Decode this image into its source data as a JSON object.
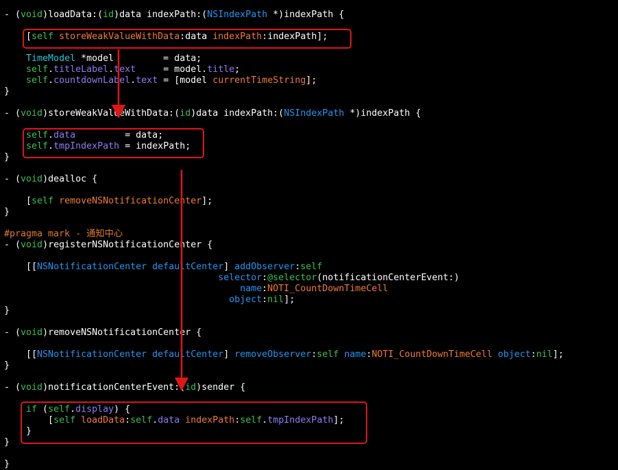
{
  "colors": {
    "background": "#000000",
    "plain": "#ffffff",
    "keyword": "#38c255",
    "type": "#2196f3",
    "class": "#26c6da",
    "method": "#f27a35",
    "property": "#8e7cf4",
    "pragma": "#e07a28",
    "highlight": "#e01616"
  },
  "lines": [
    {
      "segs": [
        [
          "- (",
          "w"
        ],
        [
          "void",
          "g"
        ],
        [
          ")loadData:(",
          "w"
        ],
        [
          "id",
          "g"
        ],
        [
          ")data indexPath:(",
          "w"
        ],
        [
          "NSIndexPath",
          "b"
        ],
        [
          " *)indexPath {",
          "w"
        ]
      ]
    },
    {
      "segs": []
    },
    {
      "segs": [
        [
          "    [",
          "w"
        ],
        [
          "self",
          "g"
        ],
        [
          " ",
          "w"
        ],
        [
          "storeWeakValueWithData",
          "o"
        ],
        [
          ":data ",
          "w"
        ],
        [
          "indexPath",
          "o"
        ],
        [
          ":indexPath];",
          "w"
        ]
      ]
    },
    {
      "segs": []
    },
    {
      "segs": [
        [
          "    ",
          "w"
        ],
        [
          "TimeModel",
          "c"
        ],
        [
          " *model         = data;",
          "w"
        ]
      ]
    },
    {
      "segs": [
        [
          "    ",
          "w"
        ],
        [
          "self",
          "g"
        ],
        [
          ".",
          "w"
        ],
        [
          "titleLabel",
          "p"
        ],
        [
          ".",
          "w"
        ],
        [
          "text",
          "p"
        ],
        [
          "     = model.",
          "w"
        ],
        [
          "title",
          "p"
        ],
        [
          ";",
          "w"
        ]
      ]
    },
    {
      "segs": [
        [
          "    ",
          "w"
        ],
        [
          "self",
          "g"
        ],
        [
          ".",
          "w"
        ],
        [
          "countdownLabel",
          "p"
        ],
        [
          ".",
          "w"
        ],
        [
          "text",
          "p"
        ],
        [
          " = [model ",
          "w"
        ],
        [
          "currentTimeString",
          "o"
        ],
        [
          "];",
          "w"
        ]
      ]
    },
    {
      "segs": [
        [
          "}",
          "w"
        ]
      ]
    },
    {
      "segs": []
    },
    {
      "segs": [
        [
          "- (",
          "w"
        ],
        [
          "void",
          "g"
        ],
        [
          ")storeWeakValueWithData:(",
          "w"
        ],
        [
          "id",
          "g"
        ],
        [
          ")data indexPath:(",
          "w"
        ],
        [
          "NSIndexPath",
          "b"
        ],
        [
          " *)indexPath {",
          "w"
        ]
      ]
    },
    {
      "segs": []
    },
    {
      "segs": [
        [
          "    ",
          "w"
        ],
        [
          "self",
          "g"
        ],
        [
          ".",
          "w"
        ],
        [
          "data",
          "p"
        ],
        [
          "         = data;",
          "w"
        ]
      ]
    },
    {
      "segs": [
        [
          "    ",
          "w"
        ],
        [
          "self",
          "g"
        ],
        [
          ".",
          "w"
        ],
        [
          "tmpIndexPath",
          "p"
        ],
        [
          " = indexPath;",
          "w"
        ]
      ]
    },
    {
      "segs": [
        [
          "}",
          "w"
        ]
      ]
    },
    {
      "segs": []
    },
    {
      "segs": [
        [
          "- (",
          "w"
        ],
        [
          "void",
          "g"
        ],
        [
          ")dealloc {",
          "w"
        ]
      ]
    },
    {
      "segs": []
    },
    {
      "segs": [
        [
          "    [",
          "w"
        ],
        [
          "self",
          "g"
        ],
        [
          " ",
          "w"
        ],
        [
          "removeNSNotificationCenter",
          "o"
        ],
        [
          "];",
          "w"
        ]
      ]
    },
    {
      "segs": [
        [
          "}",
          "w"
        ]
      ]
    },
    {
      "segs": []
    },
    {
      "segs": [
        [
          "#pragma mark - 通知中心",
          "k"
        ]
      ]
    },
    {
      "segs": [
        [
          "- (",
          "w"
        ],
        [
          "void",
          "g"
        ],
        [
          ")registerNSNotificationCenter {",
          "w"
        ]
      ]
    },
    {
      "segs": []
    },
    {
      "segs": [
        [
          "    [[",
          "w"
        ],
        [
          "NSNotificationCenter",
          "b"
        ],
        [
          " ",
          "w"
        ],
        [
          "defaultCenter",
          "b"
        ],
        [
          "] ",
          "w"
        ],
        [
          "addObserver",
          "b"
        ],
        [
          ":",
          "w"
        ],
        [
          "self",
          "g"
        ]
      ]
    },
    {
      "segs": [
        [
          "                                       ",
          "w"
        ],
        [
          "selector",
          "b"
        ],
        [
          ":",
          "w"
        ],
        [
          "@selector",
          "g"
        ],
        [
          "(notificationCenterEvent:)",
          "w"
        ]
      ]
    },
    {
      "segs": [
        [
          "                                           ",
          "w"
        ],
        [
          "name",
          "b"
        ],
        [
          ":",
          "w"
        ],
        [
          "NOTI_CountDownTimeCell",
          "o"
        ]
      ]
    },
    {
      "segs": [
        [
          "                                         ",
          "w"
        ],
        [
          "object",
          "b"
        ],
        [
          ":",
          "w"
        ],
        [
          "nil",
          "g"
        ],
        [
          "];",
          "w"
        ]
      ]
    },
    {
      "segs": [
        [
          "}",
          "w"
        ]
      ]
    },
    {
      "segs": []
    },
    {
      "segs": [
        [
          "- (",
          "w"
        ],
        [
          "void",
          "g"
        ],
        [
          ")removeNSNotificationCenter {",
          "w"
        ]
      ]
    },
    {
      "segs": []
    },
    {
      "segs": [
        [
          "    [[",
          "w"
        ],
        [
          "NSNotificationCenter",
          "b"
        ],
        [
          " ",
          "w"
        ],
        [
          "defaultCenter",
          "b"
        ],
        [
          "] ",
          "w"
        ],
        [
          "removeObserver",
          "b"
        ],
        [
          ":",
          "w"
        ],
        [
          "self",
          "g"
        ],
        [
          " ",
          "w"
        ],
        [
          "name",
          "b"
        ],
        [
          ":",
          "w"
        ],
        [
          "NOTI_CountDownTimeCell",
          "o"
        ],
        [
          " ",
          "w"
        ],
        [
          "object",
          "b"
        ],
        [
          ":",
          "w"
        ],
        [
          "nil",
          "g"
        ],
        [
          "];",
          "w"
        ]
      ]
    },
    {
      "segs": [
        [
          "}",
          "w"
        ]
      ]
    },
    {
      "segs": []
    },
    {
      "segs": [
        [
          "- (",
          "w"
        ],
        [
          "void",
          "g"
        ],
        [
          ")notificationCenterEvent:(",
          "w"
        ],
        [
          "id",
          "g"
        ],
        [
          ")sender {",
          "w"
        ]
      ]
    },
    {
      "segs": []
    },
    {
      "segs": [
        [
          "    ",
          "w"
        ],
        [
          "if",
          "g"
        ],
        [
          " (",
          "w"
        ],
        [
          "self",
          "g"
        ],
        [
          ".",
          "w"
        ],
        [
          "display",
          "p"
        ],
        [
          ") {",
          "w"
        ]
      ]
    },
    {
      "segs": [
        [
          "        [",
          "w"
        ],
        [
          "self",
          "g"
        ],
        [
          " ",
          "w"
        ],
        [
          "loadData",
          "o"
        ],
        [
          ":",
          "w"
        ],
        [
          "self",
          "g"
        ],
        [
          ".",
          "w"
        ],
        [
          "data",
          "p"
        ],
        [
          " ",
          "w"
        ],
        [
          "indexPath",
          "o"
        ],
        [
          ":",
          "w"
        ],
        [
          "self",
          "g"
        ],
        [
          ".",
          "w"
        ],
        [
          "tmpIndexPath",
          "p"
        ],
        [
          "];",
          "w"
        ]
      ]
    },
    {
      "segs": [
        [
          "    }",
          "w"
        ]
      ]
    },
    {
      "segs": [
        [
          "}",
          "w"
        ]
      ]
    },
    {
      "segs": []
    },
    {
      "segs": [
        [
          "}",
          "w"
        ]
      ]
    }
  ]
}
